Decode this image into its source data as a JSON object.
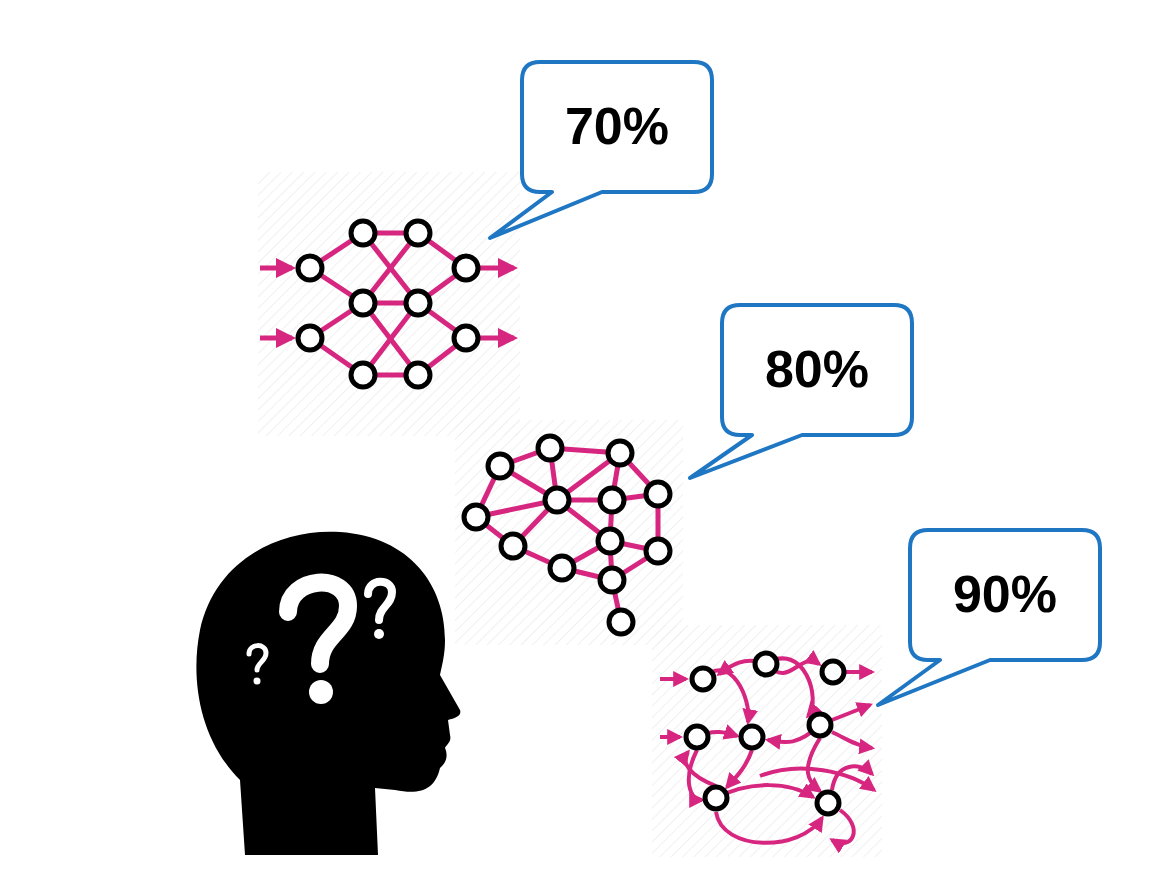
{
  "diagram": {
    "nodes": [
      {
        "text": [
          "70%"
        ]
      },
      {
        "text": [
          "80%"
        ]
      },
      {
        "text": [
          "90%"
        ]
      }
    ]
  }
}
